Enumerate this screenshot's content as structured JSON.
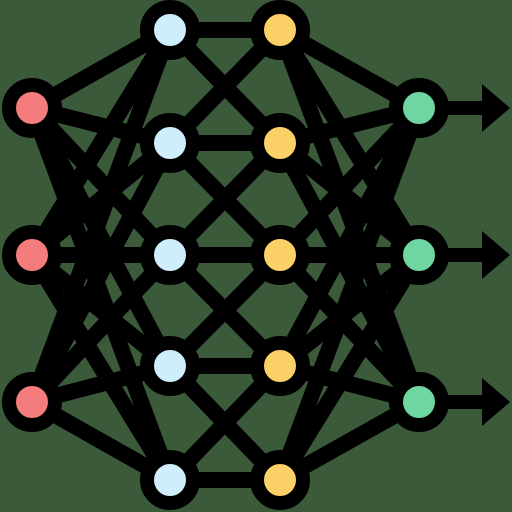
{
  "icon": {
    "name": "neural-network-icon",
    "colors": {
      "background": "#3a5a3a",
      "stroke": "#000000",
      "input": "#f47c7c",
      "hidden1": "#cfeefc",
      "hidden2": "#fbd167",
      "output": "#6fd6a1"
    },
    "layers": [
      {
        "name": "input",
        "role": "input",
        "nodes": 3
      },
      {
        "name": "hidden1",
        "role": "hidden",
        "nodes": 5
      },
      {
        "name": "hidden2",
        "role": "hidden",
        "nodes": 5
      },
      {
        "name": "output",
        "role": "output",
        "nodes": 3
      }
    ],
    "connections": [
      {
        "from": "input",
        "to": "hidden1",
        "pattern": "all"
      },
      {
        "from": "hidden1",
        "to": "hidden2",
        "pattern": "near"
      },
      {
        "from": "hidden2",
        "to": "output",
        "pattern": "all"
      }
    ],
    "output_arrows": 3
  }
}
